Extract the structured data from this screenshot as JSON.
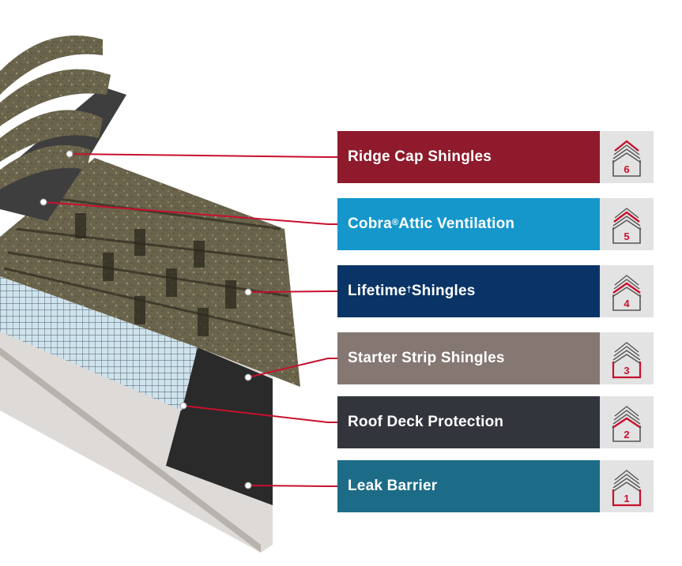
{
  "layers": [
    {
      "num": "6",
      "name": "Ridge Cap Shingles",
      "sup": "",
      "rest": "",
      "color": "#8e1a2b"
    },
    {
      "num": "5",
      "name": "Cobra",
      "sup": "®",
      "rest": " Attic Ventilation",
      "color": "#1597cc"
    },
    {
      "num": "4",
      "name": "Lifetime",
      "sup": "†",
      "rest": " Shingles",
      "color": "#0b3466"
    },
    {
      "num": "3",
      "name": "Starter Strip Shingles",
      "sup": "",
      "rest": "",
      "color": "#857873"
    },
    {
      "num": "2",
      "name": "Roof Deck Protection",
      "sup": "",
      "rest": "",
      "color": "#32353b"
    },
    {
      "num": "1",
      "name": "Leak Barrier",
      "sup": "",
      "rest": "",
      "color": "#1c6c88"
    }
  ],
  "colors": {
    "leader": "#c8102e",
    "icon_bg": "#e3e3e3",
    "icon_stroke": "#555555",
    "icon_highlight": "#c8102e"
  }
}
